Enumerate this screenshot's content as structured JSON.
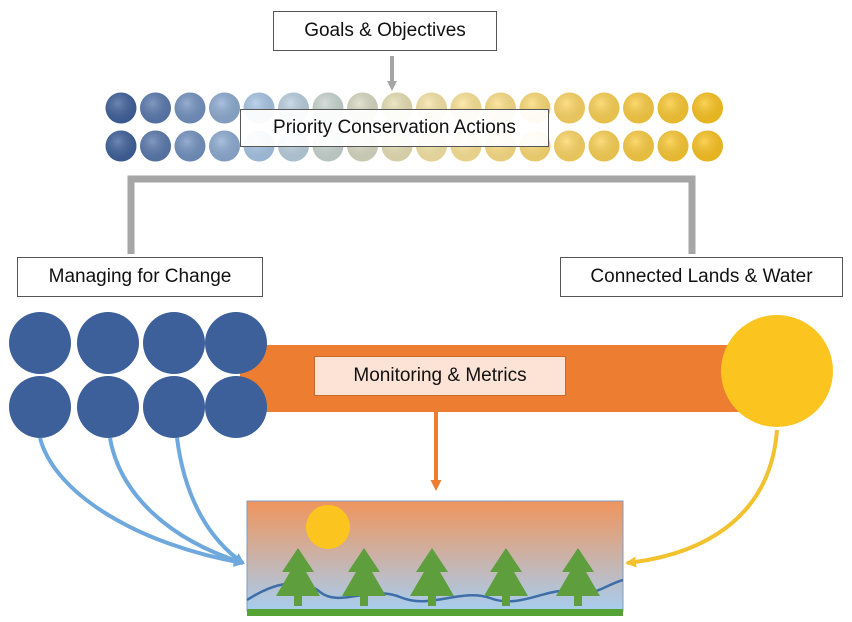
{
  "labels": {
    "goals": "Goals & Objectives",
    "priority": "Priority Conservation Actions",
    "managing": "Managing for Change",
    "connected": "Connected Lands & Water",
    "monitoring": "Monitoring & Metrics"
  },
  "colors": {
    "blue_dark": "#3d5f9a",
    "blue_light": "#aecbea",
    "yellow_light": "#fde7a0",
    "yellow_dark": "#fcc41f",
    "orange_bar": "#ed7d31",
    "connector_gray": "#a6a6a6",
    "arrow_blue": "#6fa8dc",
    "arrow_yellow": "#f2c12e",
    "tree_green": "#5e9e3c",
    "ground_green": "#56a335",
    "sky_top": "#f0955c",
    "sky_bottom": "#a7cdf0",
    "sun": "#fcc41f"
  }
}
